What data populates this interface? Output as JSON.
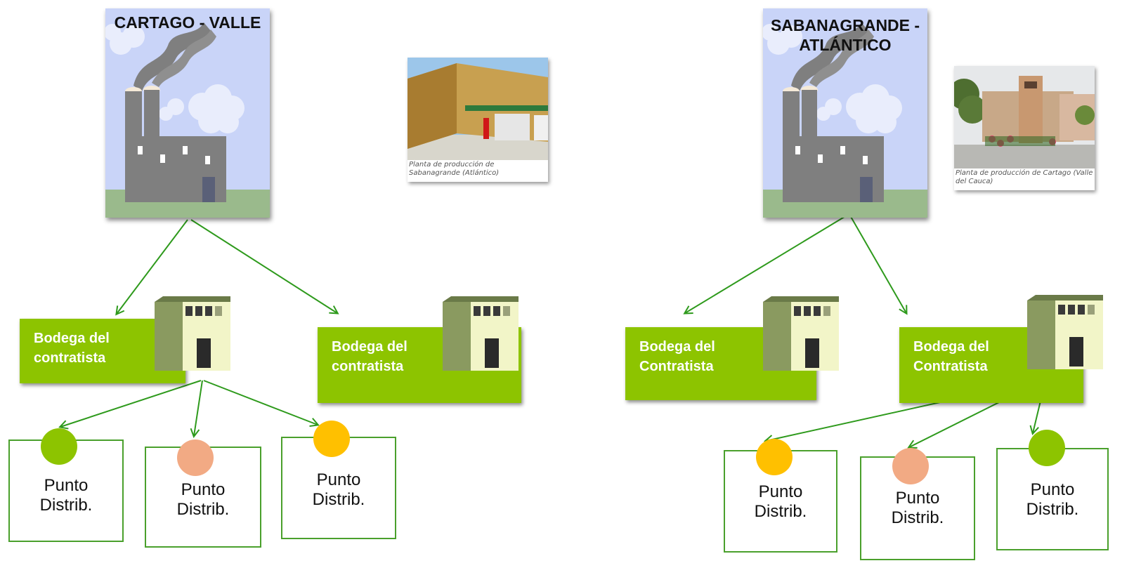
{
  "factories": [
    {
      "title": "CARTAGO - VALLE"
    },
    {
      "title": "SABANAGRANDE -\nATLÁNTICO"
    }
  ],
  "photos": [
    {
      "caption": "Planta de producción de Sabanagrande (Atlántico)"
    },
    {
      "caption": "Planta de producción de Cartago (Valle del Cauca)"
    }
  ],
  "warehouses": [
    {
      "label": "Bodega del\ncontratista"
    },
    {
      "label": "Bodega del\ncontratista"
    },
    {
      "label": "Bodega del\nContratista"
    },
    {
      "label": "Bodega del\nContratista"
    }
  ],
  "points": [
    {
      "label": "Punto\nDistrib.",
      "color": "#8dc400"
    },
    {
      "label": "Punto\nDistrib.",
      "color": "#f2aa84"
    },
    {
      "label": "Punto\nDistrib.",
      "color": "#ffc000"
    },
    {
      "label": "Punto\nDistrib.",
      "color": "#ffc000"
    },
    {
      "label": "Punto\nDistrib.",
      "color": "#f2aa84"
    },
    {
      "label": "Punto\nDistrib.",
      "color": "#8dc400"
    }
  ],
  "colors": {
    "arrow": "#2e9a1c",
    "warehouse": "#8dc400",
    "box_border": "#4aa02c",
    "sky": "#c9d4f8",
    "ground": "#9aba8c",
    "building": "#7f7f7f"
  },
  "icons": [
    "factory-icon",
    "warehouse-building-icon",
    "photo-image"
  ]
}
